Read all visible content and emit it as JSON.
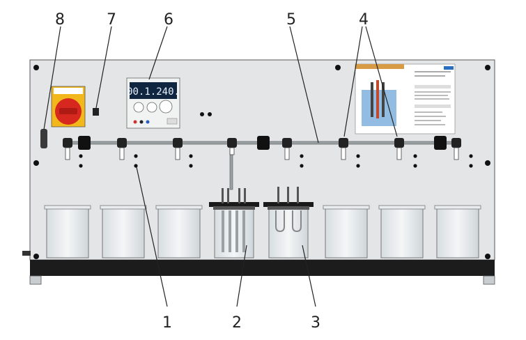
{
  "labels": {
    "l1": "1",
    "l2": "2",
    "l3": "3",
    "l4": "4",
    "l5": "5",
    "l6": "6",
    "l7": "7",
    "l8": "8"
  },
  "display": {
    "reading": "00.1.240."
  },
  "colors": {
    "panel": "#e3e5e6",
    "base": "#1c1c1c",
    "switch_yellow": "#f2b81b",
    "switch_red": "#d6281e",
    "display_bg": "#0f2540",
    "display_text": "#e9f3ff"
  }
}
